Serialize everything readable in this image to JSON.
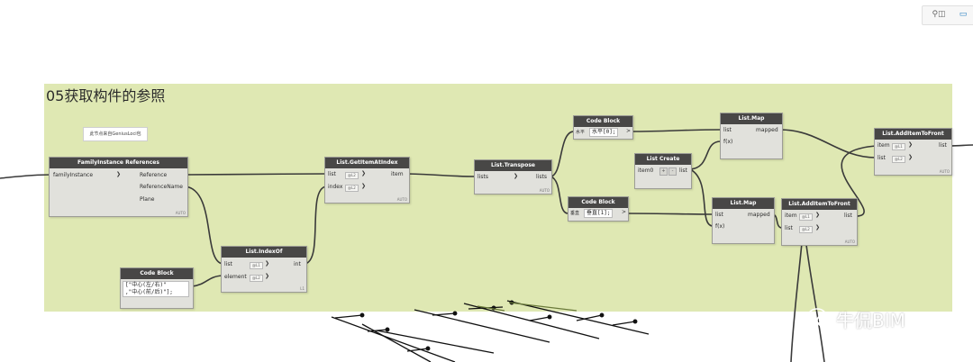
{
  "group": {
    "title": "05获取构件的参照",
    "note": "此节点来自GeniusLoci包"
  },
  "toolbar": {
    "icon_a": "⚲◫",
    "icon_b": "▭"
  },
  "watermark": {
    "text": "牛侃BIM"
  },
  "nodes": {
    "family_refs": {
      "title": "FamilyInstance References",
      "in": [
        "familyInstance"
      ],
      "out": [
        "Reference",
        "ReferenceName",
        "Plane"
      ],
      "auto": "AUTO"
    },
    "get_item": {
      "title": "List.GetItemAtIndex",
      "in": [
        "list",
        "index"
      ],
      "out": [
        "item"
      ],
      "auto": "AUTO"
    },
    "index_of": {
      "title": "List.IndexOf",
      "in": [
        "list",
        "element"
      ],
      "out": [
        "int"
      ],
      "auto": "L1"
    },
    "code1": {
      "title": "Code Block",
      "line1": "[\"中心(左/右)\"",
      "line2": ",\"中心(前/后)\"];"
    },
    "transpose": {
      "title": "List.Transpose",
      "in": [
        "lists"
      ],
      "out": [
        "lists"
      ],
      "auto": "AUTO"
    },
    "code2": {
      "title": "Code Block",
      "pre": "水平",
      "code": "水平[0];"
    },
    "code3": {
      "title": "Code Block",
      "pre": "垂直",
      "code": "垂直[1];"
    },
    "list_create": {
      "title": "List Create",
      "in": [
        "item0"
      ],
      "out": [
        "list"
      ],
      "plus": "+",
      "minus": "-"
    },
    "map1": {
      "title": "List.Map",
      "in": [
        "list",
        "f(x)"
      ],
      "out": [
        "mapped"
      ]
    },
    "map2": {
      "title": "List.Map",
      "in": [
        "list",
        "f(x)"
      ],
      "out": [
        "mapped"
      ]
    },
    "add_front1": {
      "title": "List.AddItemToFront",
      "in": [
        "item",
        "list"
      ],
      "out": [
        "list"
      ],
      "auto": "AUTO"
    },
    "add_front2": {
      "title": "List.AddItemToFront",
      "in": [
        "item",
        "list"
      ],
      "out": [
        "list"
      ],
      "auto": "AUTO"
    }
  },
  "chips": {
    "l1": "@L1",
    "l2": "@L2"
  },
  "arrow": ">",
  "chevron": "❯"
}
